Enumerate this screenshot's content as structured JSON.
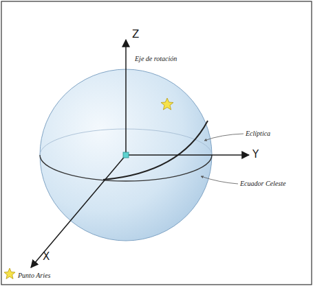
{
  "diagram": {
    "labels": [
      "Z",
      "Eje de rotación",
      "Y",
      "X",
      "Eclíptica",
      "Ecuador Celeste",
      "Punto Aries"
    ]
  }
}
